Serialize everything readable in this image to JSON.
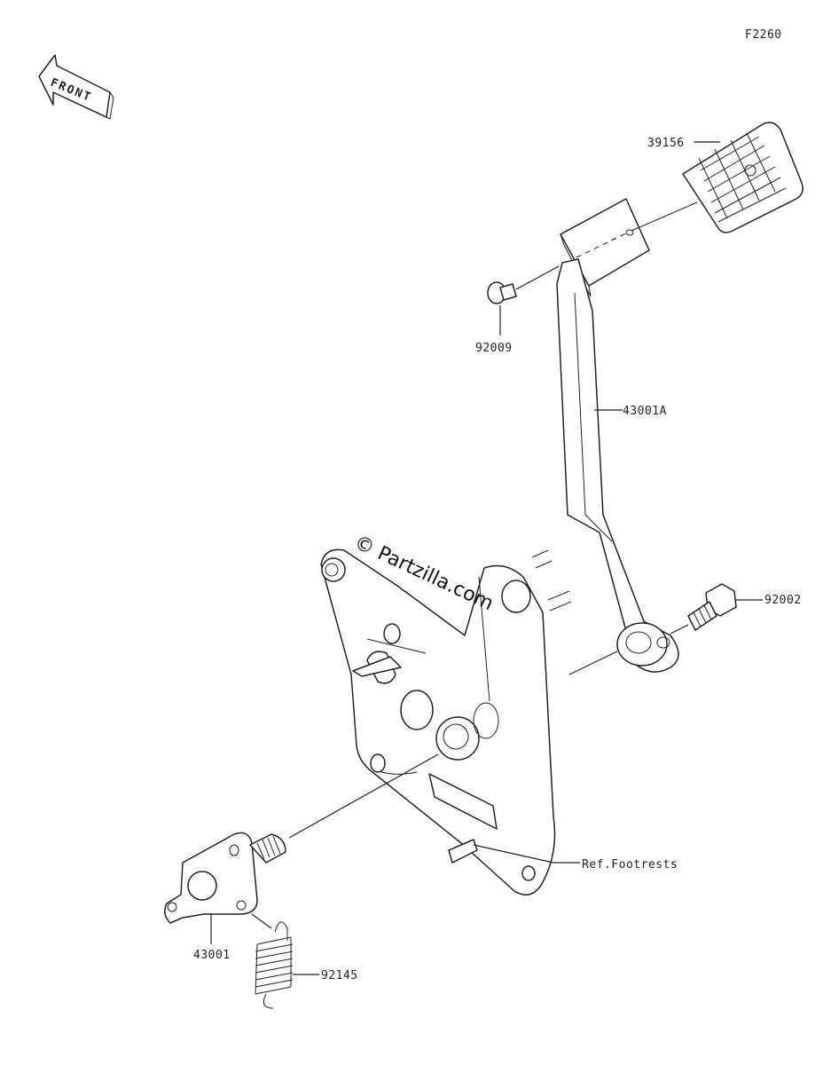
{
  "diagram_code": "F2260",
  "front_label": "FRONT",
  "watermark": "© Partzilla.com",
  "callouts": {
    "pedal_pad": "39156",
    "bolt_small": "92009",
    "brake_pedal_arm": "43001A",
    "bolt": "92002",
    "footrest_ref": "Ref.Footrests",
    "brake_lever": "43001",
    "spring": "92145"
  }
}
